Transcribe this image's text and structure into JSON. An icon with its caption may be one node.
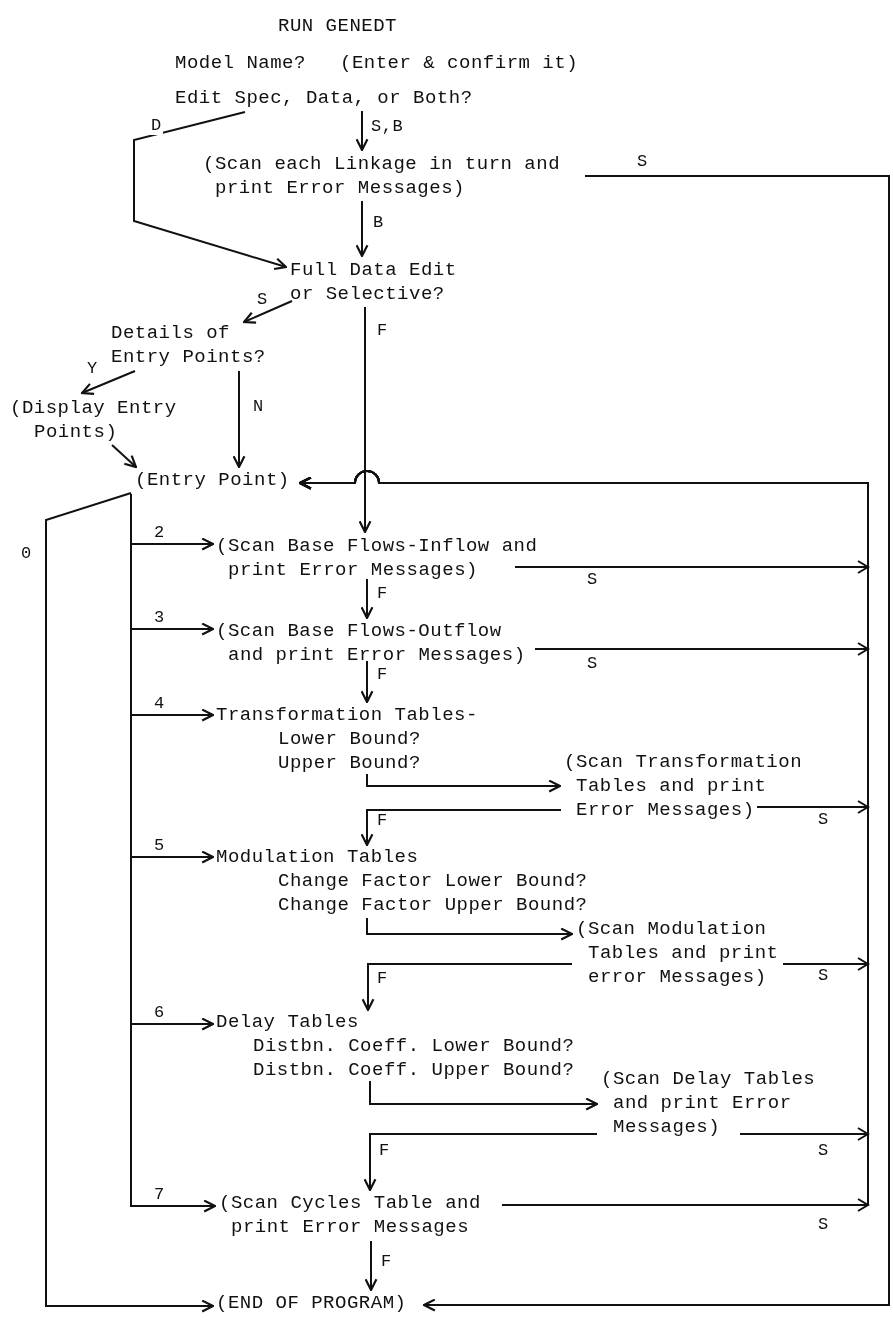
{
  "diagram": {
    "nodes": [
      {
        "text": [
          "Edit Spec, Data, or Both?"
        ]
      },
      {
        "text": [
          "(Scan each Linkage in turn and print Error Messages)"
        ]
      },
      {
        "text": [
          "Full Data Edit or Selective?"
        ]
      },
      {
        "text": [
          "Details of Entry Points?"
        ]
      },
      {
        "text": [
          "(Display Entry Points)"
        ]
      },
      {
        "text": [
          "(Entry Point)"
        ]
      },
      {
        "text": [
          "(Scan Base Flows-Inflow and print Error Messages)"
        ]
      },
      {
        "text": [
          "(Scan Base Flows-Outflow and print Error Messages)"
        ]
      },
      {
        "text": [
          "Transformation Tables-",
          "Lower Bound? Upper Bound?"
        ]
      },
      {
        "text": [
          "(Scan Transformation Tables and print Error Messages)"
        ]
      },
      {
        "text": [
          "Modulation Tables",
          "Change Factor Lower Bound? Change Factor Upper Bound?"
        ]
      },
      {
        "text": [
          "(Scan Modulation Tables and print error Messages)"
        ]
      },
      {
        "text": [
          "Delay Tables",
          "Distbn. Coeff. Lower Bound? Distbn. Coeff. Upper Bound?"
        ]
      },
      {
        "text": [
          "(Scan Delay Tables and print Error Messages)"
        ]
      },
      {
        "text": [
          "(Scan Cycles Table and print Error Messages"
        ]
      },
      {
        "text": [
          "(END OF PROGRAM)"
        ]
      }
    ],
    "edges": [
      {
        "from": 0,
        "to": 1,
        "arrow": "to",
        "label": "S,B"
      },
      {
        "from": 0,
        "to": 2,
        "arrow": "to",
        "label": "D"
      },
      {
        "from": 1,
        "to": 2,
        "arrow": "to",
        "label": "B"
      },
      {
        "from": 1,
        "to": 15,
        "arrow": "to",
        "label": "S"
      },
      {
        "from": 2,
        "to": 3,
        "arrow": "to",
        "label": "S"
      },
      {
        "from": 2,
        "to": 6,
        "arrow": "to",
        "label": "F"
      },
      {
        "from": 3,
        "to": 4,
        "arrow": "to",
        "label": "Y"
      },
      {
        "from": 3,
        "to": 5,
        "arrow": "to",
        "label": "N"
      },
      {
        "from": 4,
        "to": 5,
        "arrow": "to"
      },
      {
        "from": 5,
        "to": 6,
        "arrow": "to",
        "label": "2"
      },
      {
        "from": 5,
        "to": 7,
        "arrow": "to",
        "label": "3"
      },
      {
        "from": 5,
        "to": 8,
        "arrow": "to",
        "label": "4"
      },
      {
        "from": 5,
        "to": 10,
        "arrow": "to",
        "label": "5"
      },
      {
        "from": 5,
        "to": 12,
        "arrow": "to",
        "label": "6"
      },
      {
        "from": 5,
        "to": 14,
        "arrow": "to",
        "label": "7"
      },
      {
        "from": 5,
        "to": 15,
        "arrow": "to",
        "label": "0"
      },
      {
        "from": 6,
        "to": 7,
        "arrow": "to",
        "label": "F"
      },
      {
        "from": 7,
        "to": 8,
        "arrow": "to",
        "label": "F"
      },
      {
        "from": 8,
        "to": 9,
        "arrow": "to"
      },
      {
        "from": 9,
        "to": 10,
        "arrow": "to",
        "label": "F"
      },
      {
        "from": 10,
        "to": 11,
        "arrow": "to"
      },
      {
        "from": 11,
        "to": 12,
        "arrow": "to",
        "label": "F"
      },
      {
        "from": 12,
        "to": 13,
        "arrow": "to"
      },
      {
        "from": 13,
        "to": 14,
        "arrow": "to",
        "label": "F"
      },
      {
        "from": 14,
        "to": 15,
        "arrow": "to",
        "label": "F"
      },
      {
        "from": 6,
        "to": 5,
        "arrow": "to",
        "label": "S"
      },
      {
        "from": 7,
        "to": 5,
        "arrow": "to",
        "label": "S"
      },
      {
        "from": 9,
        "to": 5,
        "arrow": "to",
        "label": "S"
      },
      {
        "from": 11,
        "to": 5,
        "arrow": "to",
        "label": "S"
      },
      {
        "from": 13,
        "to": 5,
        "arrow": "to",
        "label": "S"
      },
      {
        "from": 14,
        "to": 5,
        "arrow": "to",
        "label": "S"
      }
    ],
    "labels": [
      "RUN GENEDT",
      "Model Name?",
      "(Enter & confirm it)"
    ]
  }
}
